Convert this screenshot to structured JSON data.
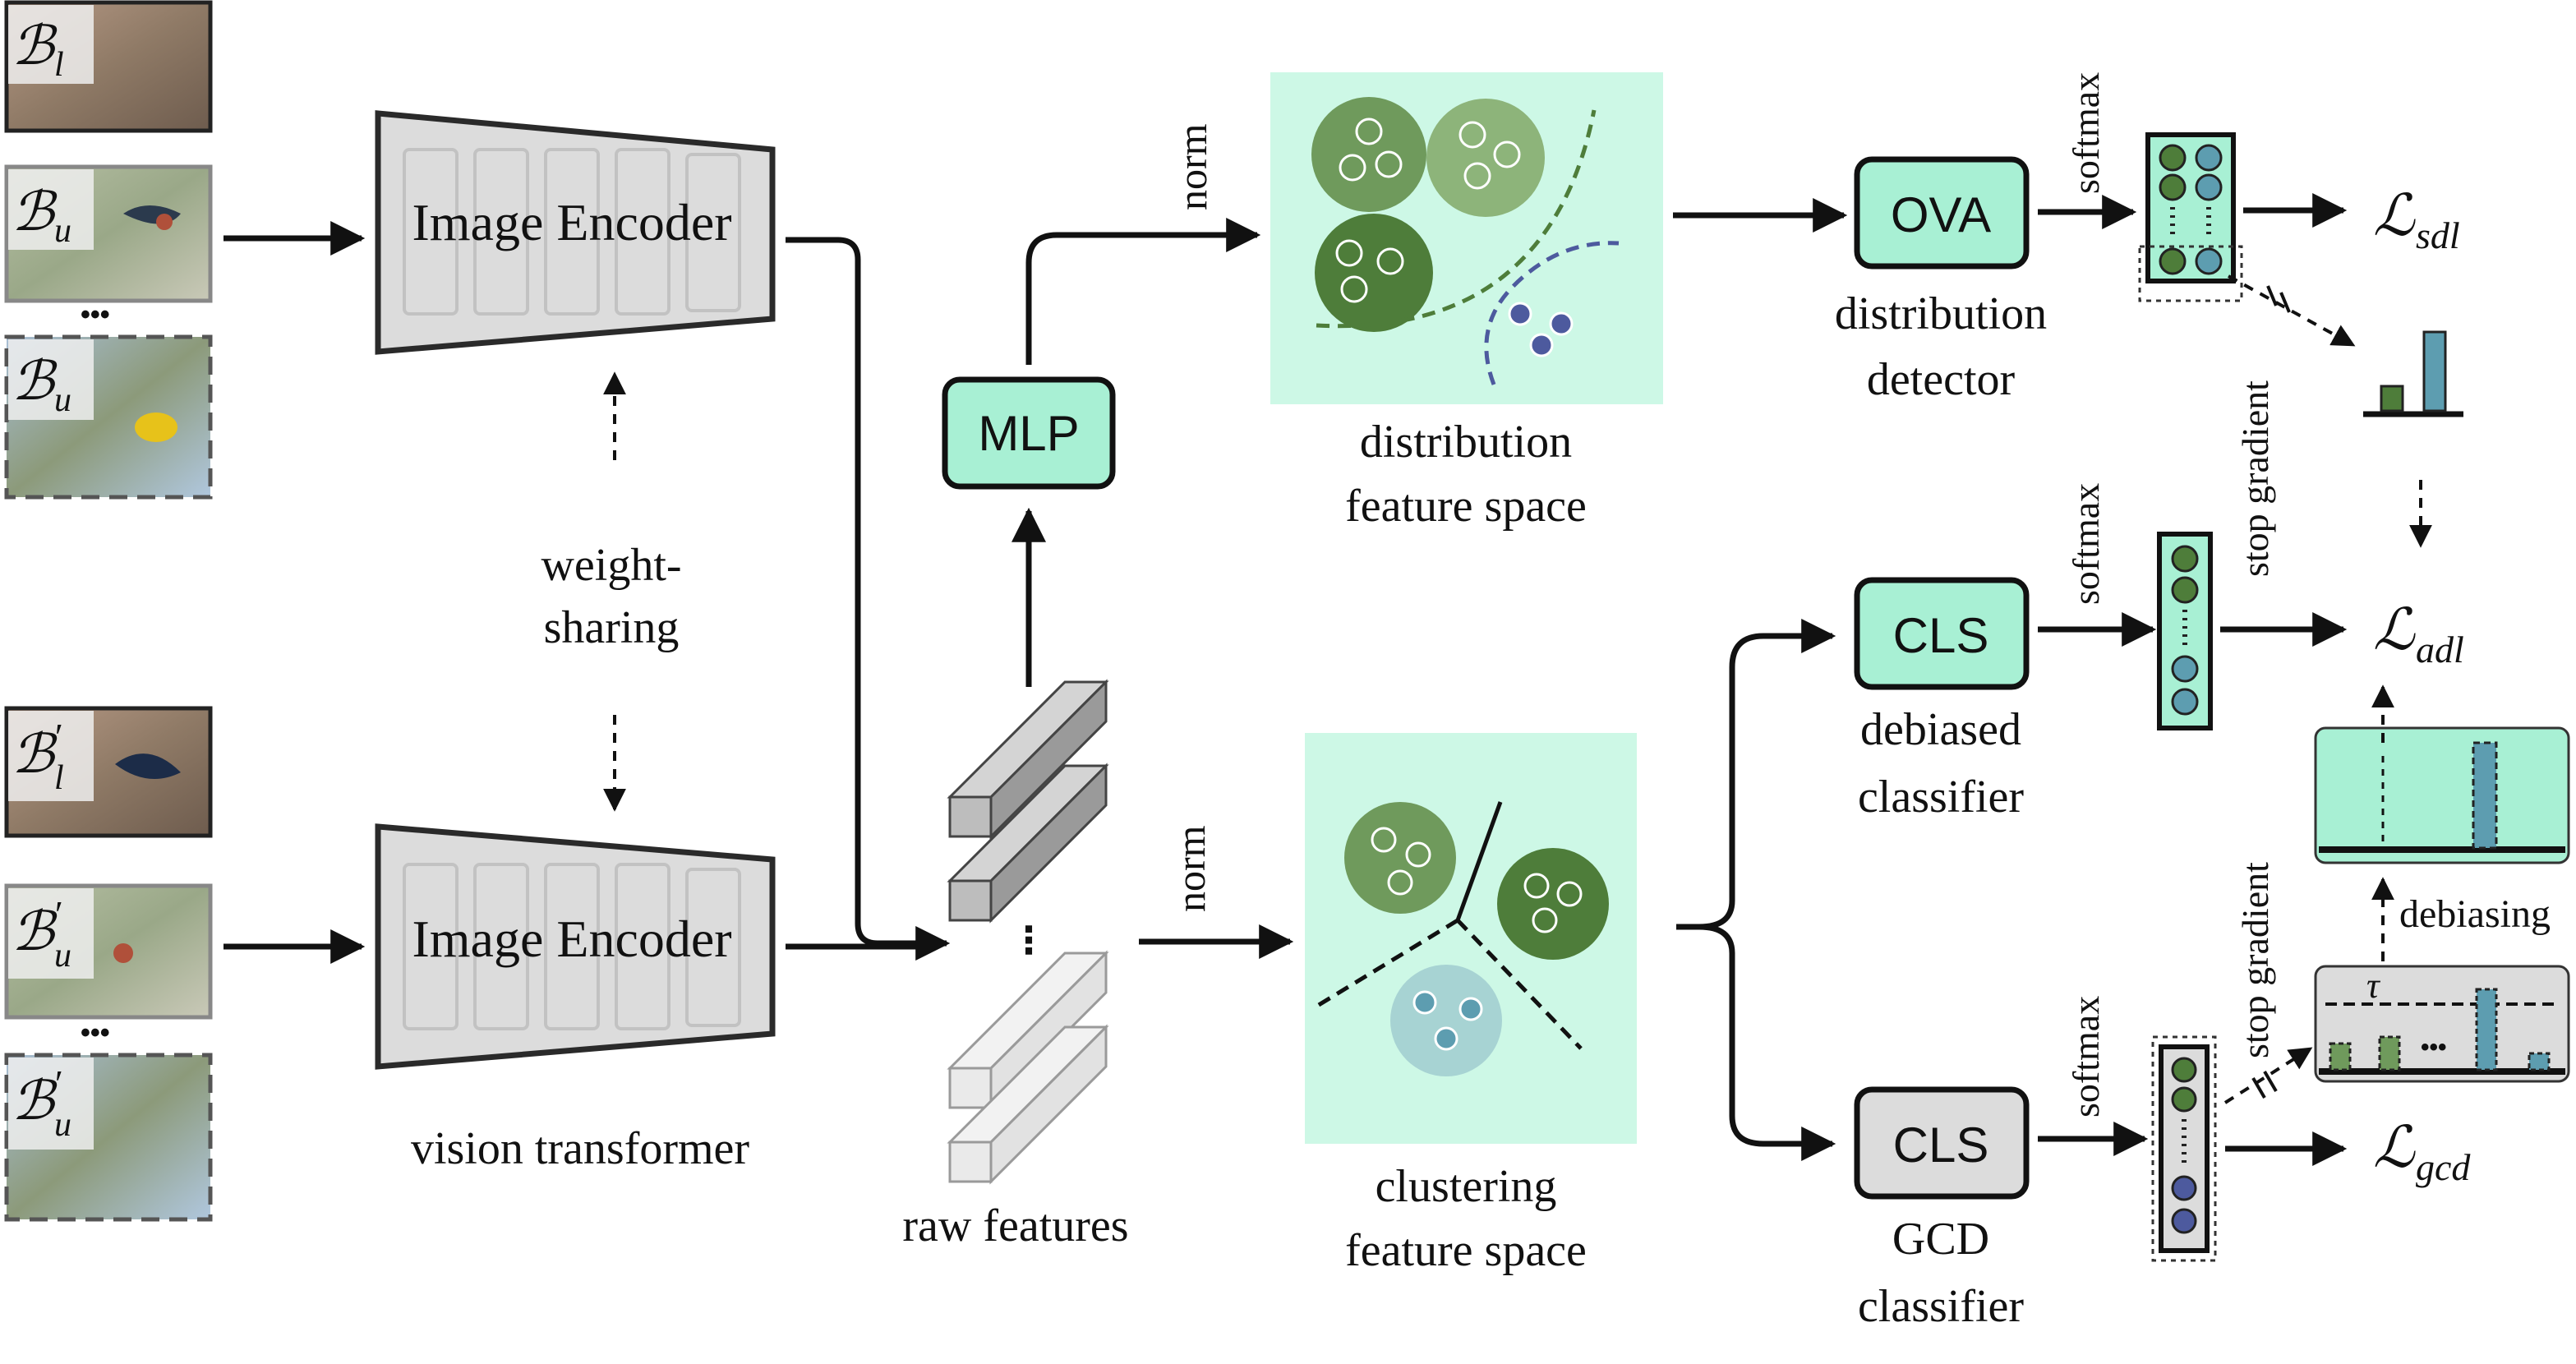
{
  "inputs": [
    {
      "symbol": "ℬ",
      "prime": "",
      "sub": "l"
    },
    {
      "symbol": "ℬ",
      "prime": "",
      "sub": "u"
    },
    {
      "symbol": "ℬ",
      "prime": "",
      "sub": "u"
    },
    {
      "symbol": "ℬ",
      "prime": "′",
      "sub": "l"
    },
    {
      "symbol": "ℬ",
      "prime": "′",
      "sub": "u"
    },
    {
      "symbol": "ℬ",
      "prime": "′",
      "sub": "u"
    }
  ],
  "ellipsis": "•••",
  "encoder_top": "Image Encoder",
  "encoder_bottom": "Image Encoder",
  "weight_sharing_line1": "weight-",
  "weight_sharing_line2": "sharing",
  "vision_transformer": "vision transformer",
  "mlp": "MLP",
  "raw_features": "raw features",
  "raw_ellipsis": "⋮",
  "norm_top": "norm",
  "norm_bottom": "norm",
  "distribution_space_line1": "distribution",
  "distribution_space_line2": "feature space",
  "clustering_space_line1": "clustering",
  "clustering_space_line2": "feature space",
  "ova": "OVA",
  "ova_caption_line1": "distribution",
  "ova_caption_line2": "detector",
  "cls_debiased": "CLS",
  "cls_debiased_caption_line1": "debiased",
  "cls_debiased_caption_line2": "classifier",
  "cls_gcd": "CLS",
  "cls_gcd_caption_line1": "GCD",
  "cls_gcd_caption_line2": "classifier",
  "softmax": "softmax",
  "stop_gradient": "stop gradient",
  "debiasing": "debiasing",
  "tau": "τ",
  "dots": "•••",
  "loss_symbol": "ℒ",
  "loss_sdl": "sdl",
  "loss_adl": "adl",
  "loss_gcd": "gcd",
  "colors": {
    "mint": "#a8f0d4",
    "mint_light": "#cdf8e6",
    "dark_green": "#4e7d3a",
    "mid_green": "#6f9a5c",
    "light_green": "#8db47a",
    "teal": "#5d9db0",
    "teal_light": "#a7d3d3",
    "purple": "#4d5a9e",
    "grey_box": "#dcdcdc"
  }
}
